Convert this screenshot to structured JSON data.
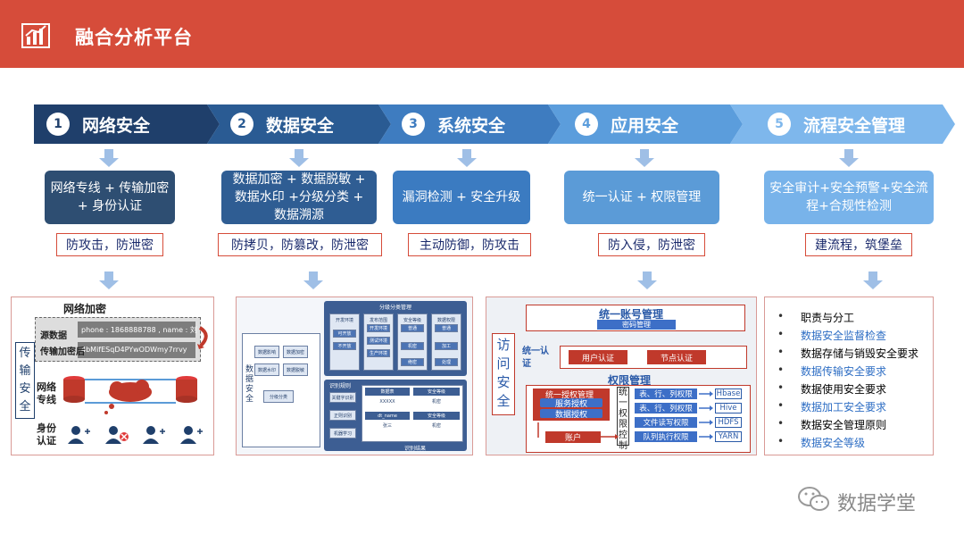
{
  "header": {
    "title": "融合分析平台",
    "color": "#D64C3A"
  },
  "steps": [
    {
      "num": "1",
      "label": "网络安全",
      "color": "#1F3F6B",
      "box": "网络专线 + 传输加密 + 身份认证",
      "box_color": "#2E4E72",
      "red": "防攻击，防泄密"
    },
    {
      "num": "2",
      "label": "数据安全",
      "color": "#2A5B93",
      "box": "数据加密 + 数据脱敏 + 数据水印 +分级分类 + 数据溯源",
      "box_color": "#2F5D93",
      "red": "防拷贝，防篡改，防泄密"
    },
    {
      "num": "3",
      "label": "系统安全",
      "color": "#3E7CC0",
      "box": "漏洞检测 + 安全升级",
      "box_color": "#3B7BC1",
      "red": "主动防御，防攻击"
    },
    {
      "num": "4",
      "label": "应用安全",
      "color": "#5B9DDC",
      "box": "统一认证 + 权限管理",
      "box_color": "#5B9BD7",
      "red": "防入侵，防泄密"
    },
    {
      "num": "5",
      "label": "流程安全管理",
      "color": "#7EB7EC",
      "box": "安全审计+安全预警+安全流程+合规性检测",
      "box_color": "#78B3EA",
      "red": "建流程，筑堡垒"
    }
  ],
  "panel1": {
    "title": "网络加密",
    "side": "传输安全",
    "src": "源数据",
    "enc": "传输加密后",
    "phone": "phone : 1868888788 , name : 刘",
    "cipher": "4bMifESqD4PYwODWmy7rrvy",
    "line": "网络专线",
    "auth": "身份认证"
  },
  "panel2": {
    "side": "数据安全",
    "top_title": "分级分类管理",
    "left_items": [
      "数据影响",
      "数据加密",
      "数据水印",
      "数据脱敏"
    ],
    "mid": "分级分类",
    "env": [
      "开发环境",
      "可开放",
      "不开放"
    ],
    "pub": [
      "发布范围",
      "开发环境",
      "测试环境",
      "生产环境"
    ],
    "sec": [
      "安全等级",
      "普通",
      "机密",
      "绝密"
    ],
    "perm": [
      "数据权限",
      "普通",
      "加工",
      "处理"
    ],
    "bot_title": "识别规则",
    "rules": [
      "关键字识别",
      "正则识别",
      "机器学习"
    ],
    "tbl": [
      "数据表",
      "安全等级",
      "XXXXX",
      "机密",
      "dt_name",
      "安全等级",
      "张三",
      "机密"
    ],
    "footer": "识别结果"
  },
  "panel3": {
    "top": "统一账号管理",
    "top_sub": "密码管理",
    "side": "访问安全",
    "auth": "统一认证",
    "user_auth": "用户认证",
    "node_auth": "节点认证",
    "perm_title": "权限管理",
    "perm_box": "统一授权管理",
    "svc": "服务授权",
    "data": "数据授权",
    "ctrl": "统一权限控制",
    "account": "账户",
    "rows": [
      "表、行、列权限",
      "表、行、列权限",
      "文件读写权限",
      "队列执行权限"
    ],
    "targets": [
      "Hbase",
      "Hive",
      "HDFS",
      "YARN"
    ]
  },
  "panel5": {
    "items": [
      {
        "text": "职责与分工",
        "color": "#333333"
      },
      {
        "text": "数据安全监督检查",
        "color": "#2E6EC4"
      },
      {
        "text": "数据存储与销毁安全要求",
        "color": "#333333"
      },
      {
        "text": "数据传输安全要求",
        "color": "#2E6EC4"
      },
      {
        "text": "数据使用安全要求",
        "color": "#333333"
      },
      {
        "text": "数据加工安全要求",
        "color": "#2E6EC4"
      },
      {
        "text": "数据安全管理原则",
        "color": "#333333"
      },
      {
        "text": "数据安全等级",
        "color": "#2E6EC4"
      }
    ]
  },
  "watermark": "数据学堂",
  "arrow_color": "#9FBFE6"
}
